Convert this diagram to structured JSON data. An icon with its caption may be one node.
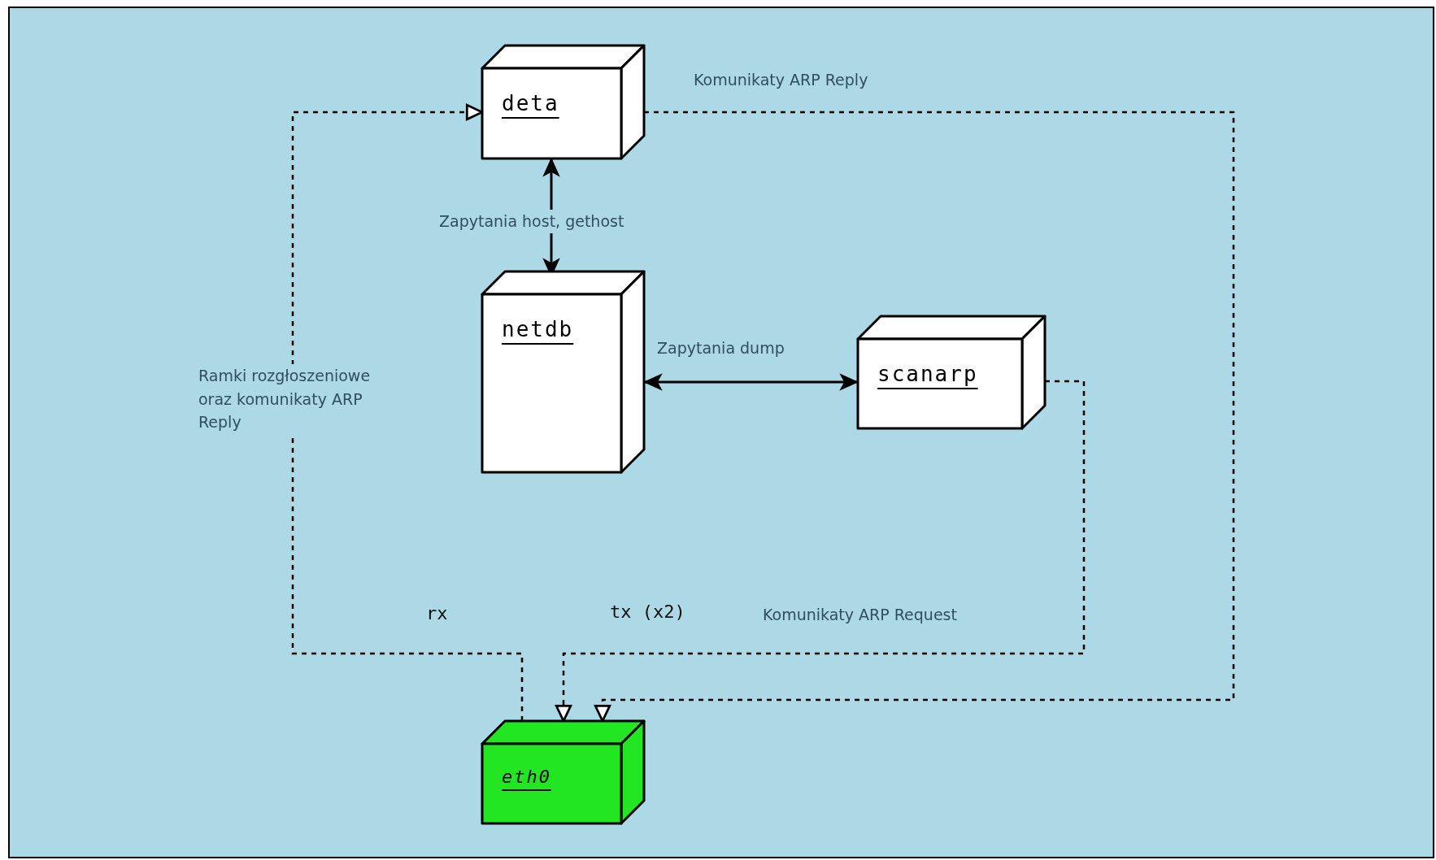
{
  "diagram": {
    "nodes": [
      {
        "text": [
          "deta"
        ]
      },
      {
        "text": [
          "netdb"
        ]
      },
      {
        "text": [
          "scanarp"
        ]
      },
      {
        "text": [
          "eth0"
        ]
      }
    ],
    "edges": [
      {
        "from": 3,
        "to": 0,
        "arrow": "to",
        "style": "dashed",
        "label": "Ramki rozgłoszeniowe oraz komunikaty ARP Reply"
      },
      {
        "from": 0,
        "to": 3,
        "arrow": "to",
        "style": "dashed",
        "label": "Komunikaty ARP Reply"
      },
      {
        "from": 2,
        "to": 3,
        "arrow": "to",
        "style": "dashed",
        "label": "Komunikaty ARP Request"
      },
      {
        "from": 0,
        "to": 1,
        "arrow": "both",
        "label": "Zapytania host, gethost"
      },
      {
        "from": 1,
        "to": 2,
        "arrow": "both",
        "label": "Zapytania dump"
      }
    ],
    "labels": [
      "rx",
      "tx (x2)"
    ]
  }
}
